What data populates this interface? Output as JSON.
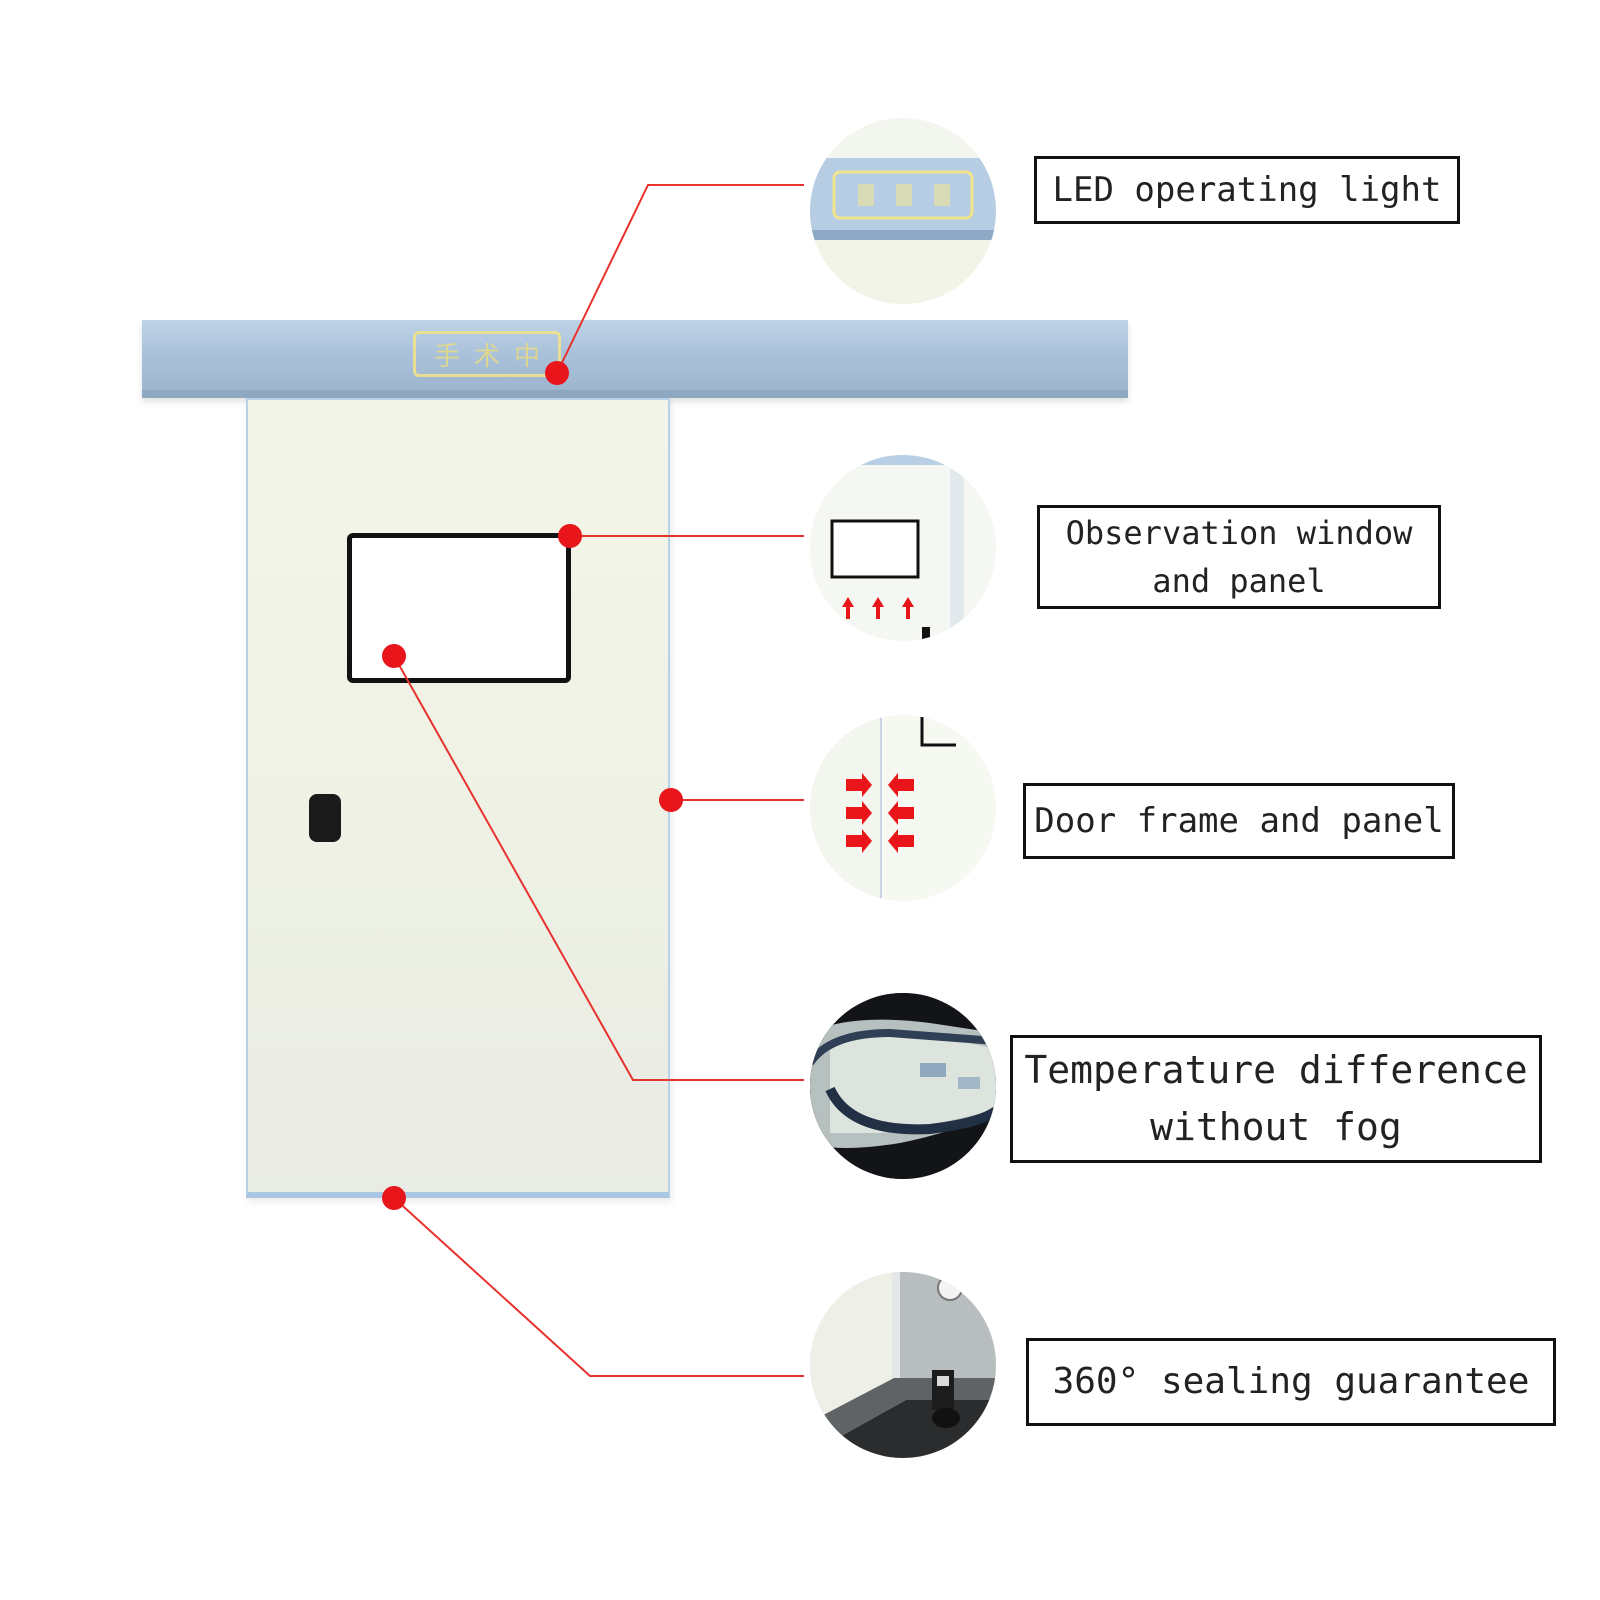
{
  "colors": {
    "leader_line": "#e8322e",
    "marker_dot": "#e8151b",
    "rail": "#a9c1da",
    "door_panel": "#eef1e4",
    "callout_border": "#111111"
  },
  "led_sign": {
    "chars": [
      "手",
      "术",
      "中"
    ]
  },
  "callouts": [
    {
      "text": "LED operating light"
    },
    {
      "text": "Observation window\nand panel"
    },
    {
      "text": "Door frame and panel"
    },
    {
      "text": "Temperature difference\nwithout fog"
    },
    {
      "text": "360°  sealing guarantee"
    }
  ],
  "details": [
    {
      "icon": "led-sign-closeup"
    },
    {
      "icon": "window-pressure-arrows-up"
    },
    {
      "icon": "frame-pressure-arrows-inward"
    },
    {
      "icon": "anti-fog-glass-closeup"
    },
    {
      "icon": "seal-profile-closeup"
    }
  ]
}
